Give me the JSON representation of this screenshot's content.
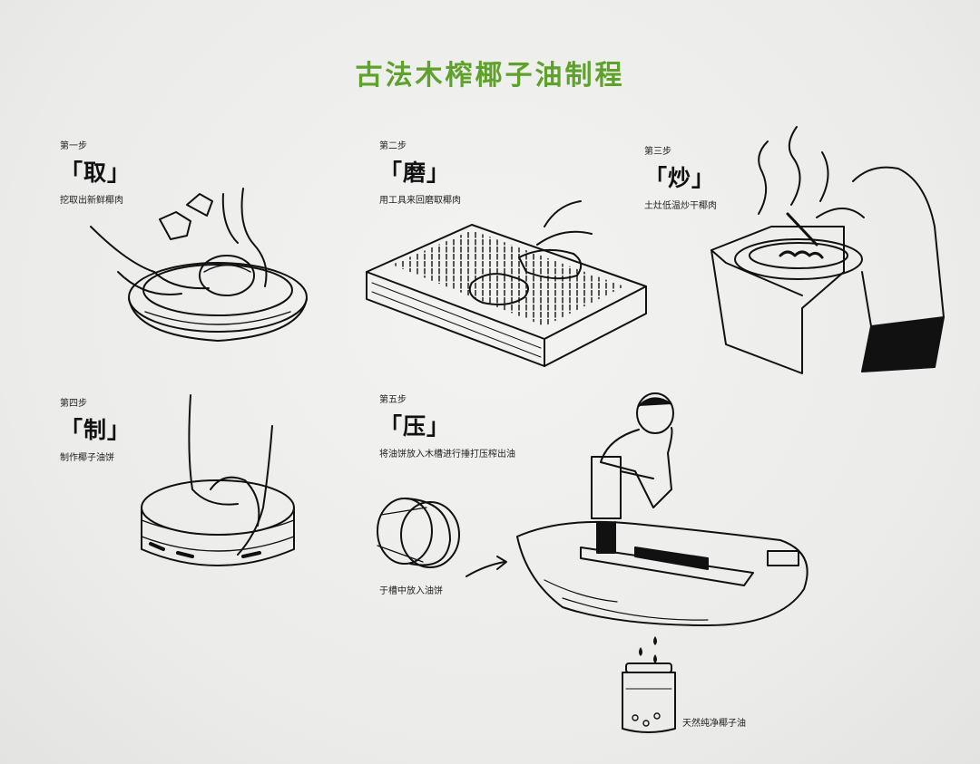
{
  "title": "古法木榨椰子油制程",
  "steps": [
    {
      "num": "第一步",
      "verb": "「取」",
      "desc": "挖取出新鲜椰肉"
    },
    {
      "num": "第二步",
      "verb": "「磨」",
      "desc": "用工具来回磨取椰肉"
    },
    {
      "num": "第三步",
      "verb": "「炒」",
      "desc": "土灶低温炒干椰肉"
    },
    {
      "num": "第四步",
      "verb": "「制」",
      "desc": "制作椰子油饼"
    },
    {
      "num": "第五步",
      "verb": "「压」",
      "desc": "将油饼放入木槽进行捶打压榨出油"
    }
  ],
  "captions": {
    "barrel": "于槽中放入油饼",
    "jar": "天然纯净椰子油"
  },
  "colors": {
    "title": "#5ea12b",
    "ink": "#111111",
    "background": "#eeeeec"
  }
}
